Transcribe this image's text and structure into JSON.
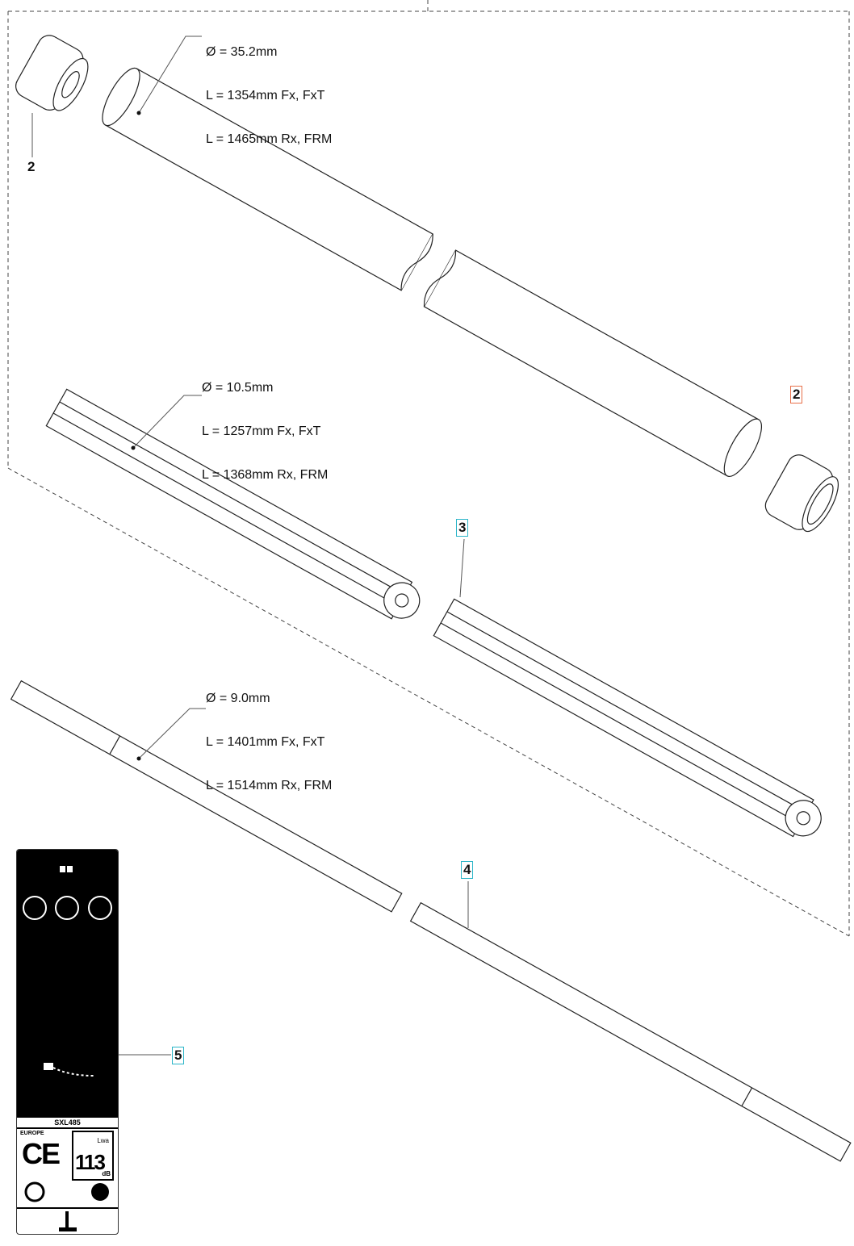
{
  "parts": {
    "outer_tube": {
      "specs": [
        "Ø = 35.2mm",
        "L = 1354mm Fx, FxT",
        "L = 1465mm Rx, FRM"
      ]
    },
    "drive_tube": {
      "specs": [
        "Ø = 10.5mm",
        "L = 1257mm Fx, FxT",
        "L = 1368mm Rx, FRM"
      ]
    },
    "shaft": {
      "specs": [
        "Ø = 9.0mm",
        "L = 1401mm Fx, FxT",
        "L = 1514mm Rx, FRM"
      ]
    }
  },
  "callouts": {
    "c2a": "2",
    "c2b": "2",
    "c3": "3",
    "c4": "4",
    "c5": "5"
  },
  "decal": {
    "model": "SXL485",
    "region": "EUROPE",
    "ce_mark": "CE",
    "sound_level": "113",
    "sound_unit": "dB",
    "sound_label": "Lwa"
  },
  "colors": {
    "highlight_cyan": "#2bb5c8",
    "highlight_orange": "#e8704a"
  }
}
